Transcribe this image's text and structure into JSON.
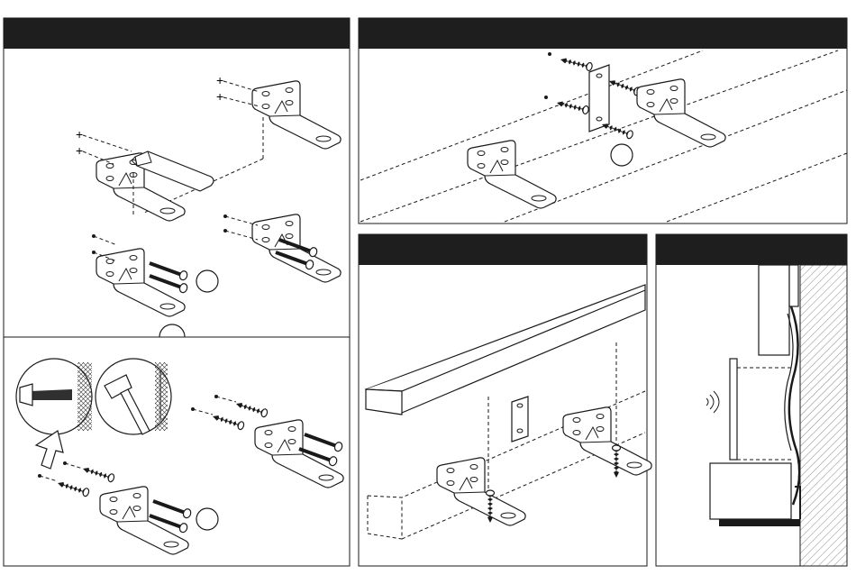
{
  "figure": {
    "panels": [
      {
        "id": "panel-1",
        "title": ""
      },
      {
        "id": "panel-2",
        "title": ""
      },
      {
        "id": "panel-3",
        "title": ""
      },
      {
        "id": "panel-4",
        "title": ""
      },
      {
        "id": "panel-5",
        "title": ""
      }
    ],
    "step_markers": [
      "",
      "",
      "",
      ""
    ],
    "icons": [
      "bracket-icon",
      "screw-icon",
      "pencil-icon",
      "hammer-icon",
      "drill-icon",
      "remote-signal-icon",
      "soundbar-icon",
      "tv-icon",
      "wall-icon",
      "cable-icon"
    ]
  }
}
